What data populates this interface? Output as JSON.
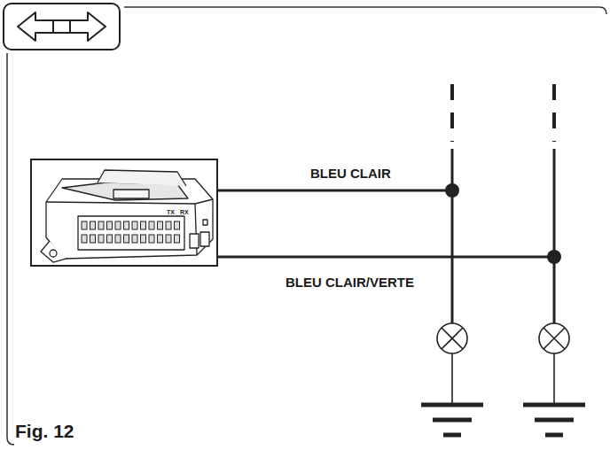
{
  "diagram": {
    "caption": "Fig. 12",
    "labels": [
      "BLEU CLAIR",
      "BLEU CLAIR/VERTE",
      "TX",
      "RX"
    ]
  }
}
